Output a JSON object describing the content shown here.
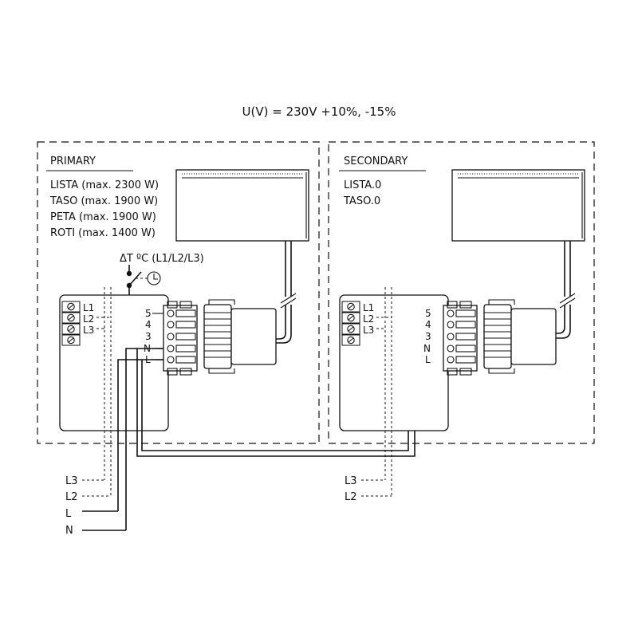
{
  "supply": {
    "voltage": "U(V) = 230V  +10%, -15%"
  },
  "primary": {
    "title": "PRIMARY",
    "modes": [
      "LISTA (max. 2300 W)",
      "TASO (max. 1900 W)",
      "PETA (max. 1900 W)",
      "ROTI (max. 1400 W)"
    ],
    "thermostat": "ΔT ºC (L1/L2/L3)",
    "control_labels": [
      "L1",
      "L2",
      "L3"
    ],
    "terminals": [
      "5",
      "4",
      "3",
      "N",
      "L"
    ]
  },
  "secondary": {
    "title": "SECONDARY",
    "modes": [
      "LISTA.0",
      "TASO.0"
    ],
    "control_labels": [
      "L1",
      "L2",
      "L3"
    ],
    "terminals": [
      "5",
      "4",
      "3",
      "N",
      "L"
    ]
  },
  "supply_lines": {
    "primary": [
      "L3",
      "L2",
      "L",
      "N"
    ],
    "secondary": [
      "L3",
      "L2"
    ]
  }
}
